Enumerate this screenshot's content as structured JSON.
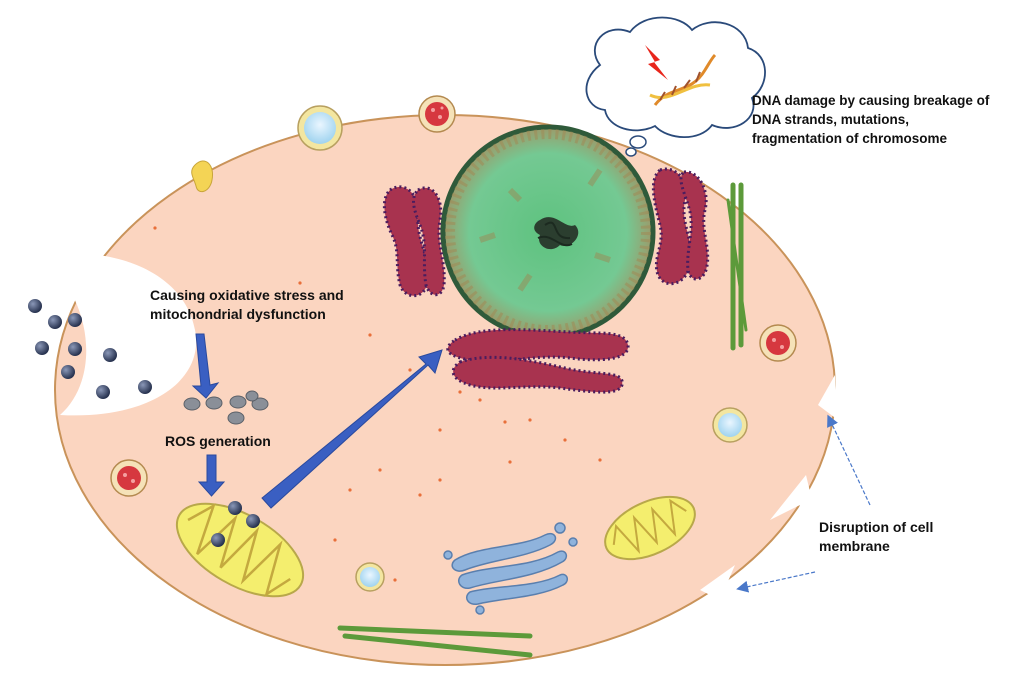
{
  "labels": {
    "oxidative_line1": "Causing oxidative stress and",
    "oxidative_line2": "mitochondrial  dysfunction",
    "ros": "ROS generation",
    "dna_line1": "DNA damage by causing breakage of",
    "dna_line2": "DNA strands, mutations,",
    "dna_line3": "fragmentation of chromosome",
    "membrane_line1": "Disruption of cell",
    "membrane_line2": "membrane"
  },
  "colors": {
    "cytoplasm": "#fbd5c0",
    "cell_outline": "#c9935a",
    "nucleus": "#6fc88e",
    "mitochondria": "#f4ee6e",
    "er": "#a8334f",
    "arrow": "#3a5fc2",
    "nanoparticle": "#3b4a6b",
    "golgi": "#8fb3dc",
    "filament": "#5c9a3a"
  }
}
